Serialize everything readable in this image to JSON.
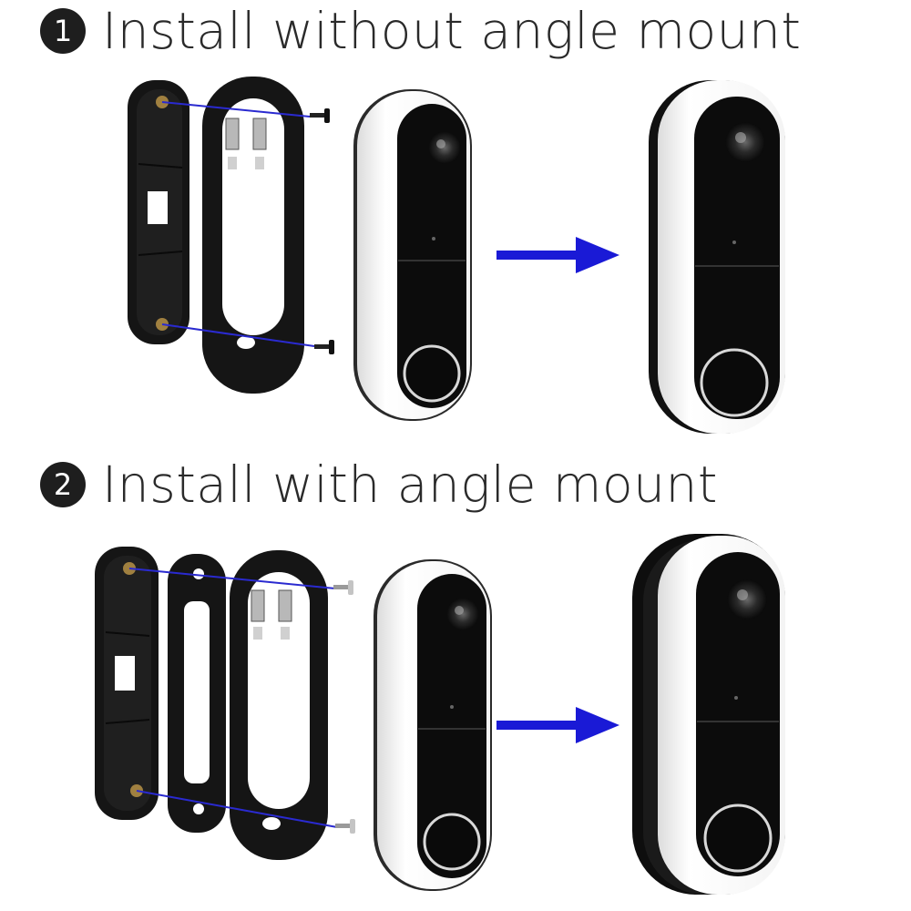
{
  "steps": [
    {
      "number": "1",
      "title": "Install without angle mount"
    },
    {
      "number": "2",
      "title": "Install with angle mount"
    }
  ],
  "colors": {
    "arrow": "#1a1ad6",
    "mount": "#141414",
    "doorbell_body": "#ffffff",
    "doorbell_face": "#0c0c0c"
  }
}
